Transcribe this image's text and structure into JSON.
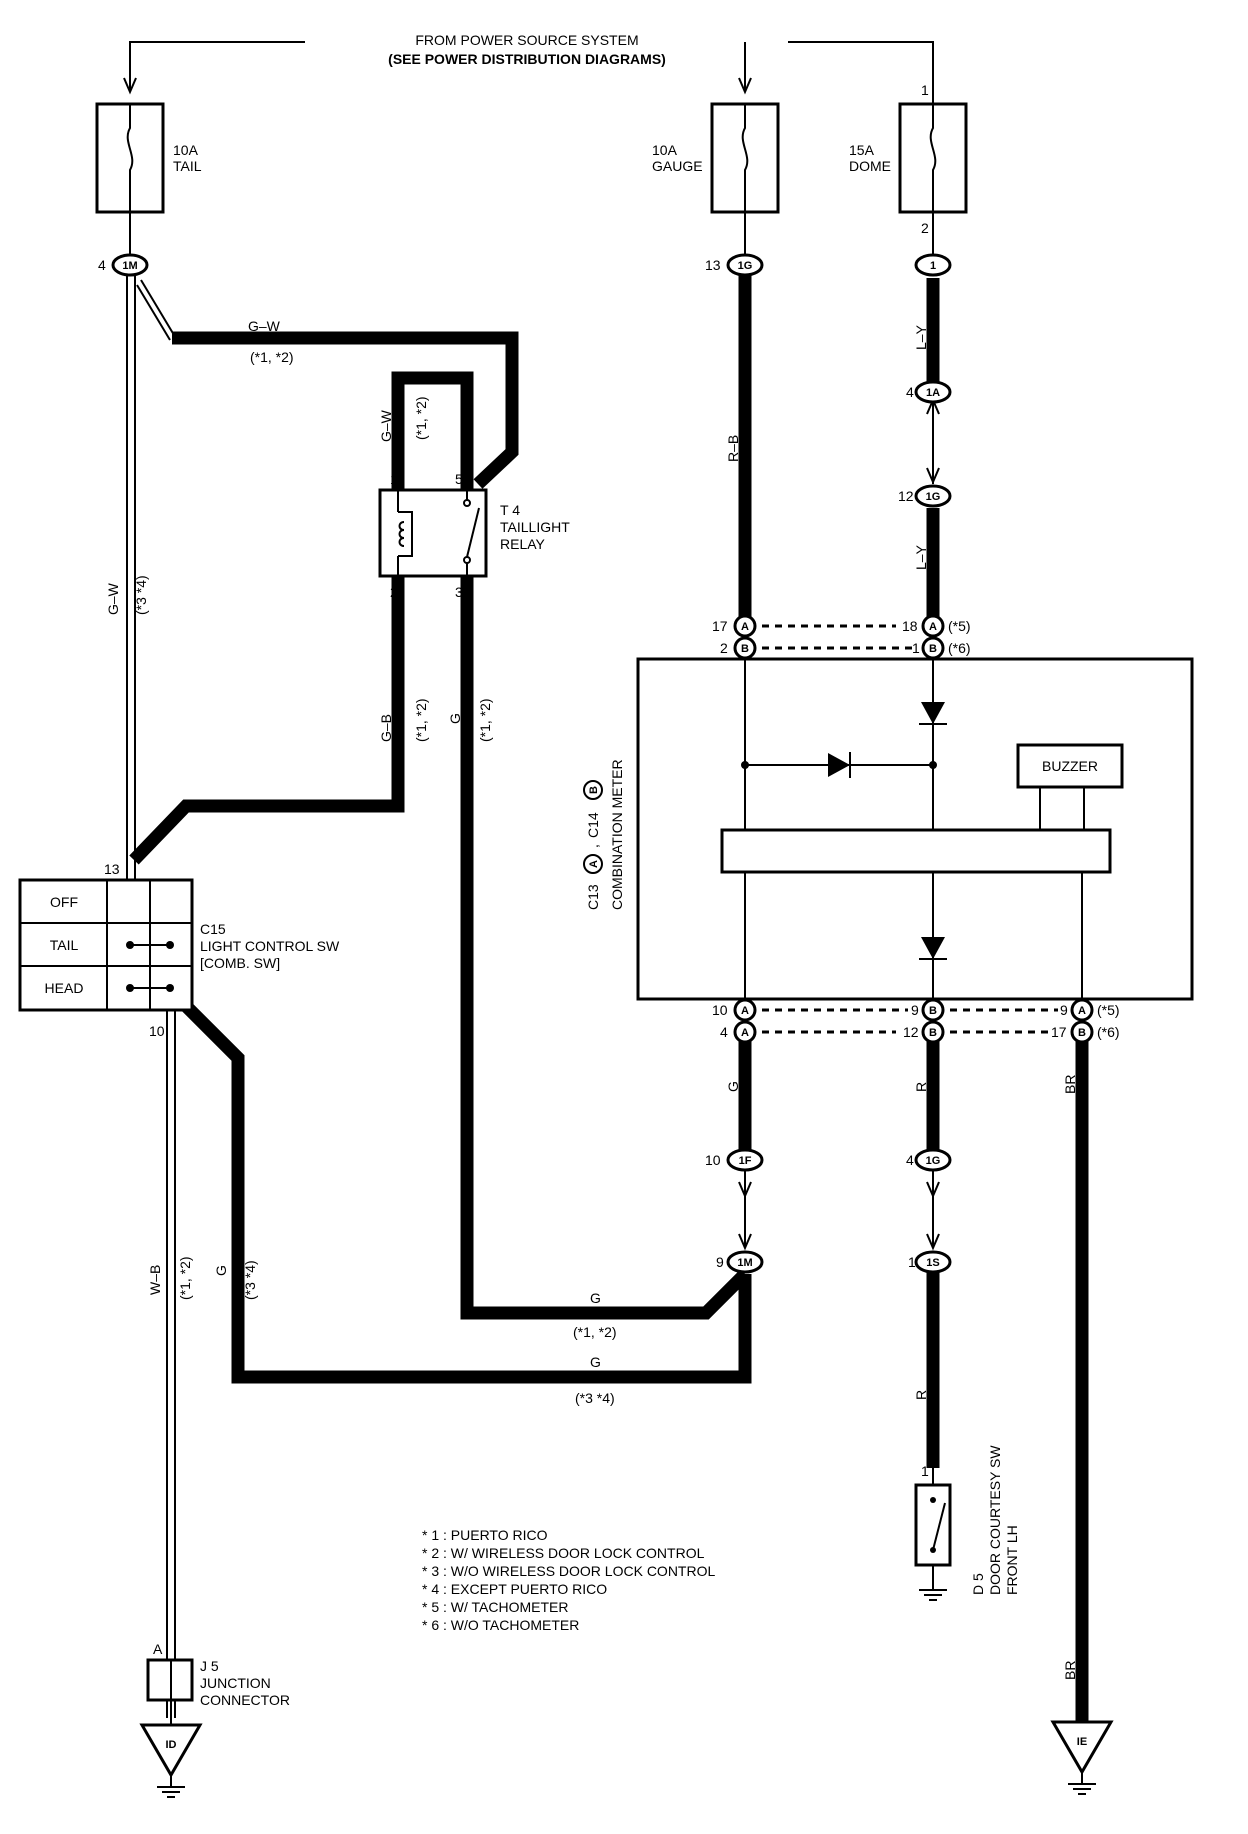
{
  "header": {
    "line1": "FROM POWER SOURCE SYSTEM",
    "line2": "(SEE POWER DISTRIBUTION DIAGRAMS)"
  },
  "fuses": {
    "tail": {
      "amp": "10A",
      "name": "TAIL"
    },
    "gauge": {
      "amp": "10A",
      "name": "GAUGE"
    },
    "dome": {
      "amp": "15A",
      "name": "DOME"
    }
  },
  "pins": {
    "dome_top": "1",
    "dome_bottom": "2",
    "c1m_tail": "4",
    "c1g_gauge": "13",
    "c1a": "4",
    "c1g_mid": "12",
    "c17a": "17",
    "c2b": "2",
    "c18a": "18",
    "c1b": "1",
    "relay_1": "1",
    "relay_5": "5",
    "relay_2": "2",
    "relay_3": "3",
    "sw_13": "13",
    "sw_10": "10",
    "c10a": "10",
    "c4a": "4",
    "c9b": "9",
    "c12b": "12",
    "c9a": "9",
    "c17b": "17",
    "c1f": "10",
    "c1g_low": "4",
    "c1m_low": "9",
    "c1s": "1",
    "door": "1",
    "junction": "A"
  },
  "connectors": {
    "m1": "1M",
    "g1": "1G",
    "one": "1",
    "a1": "1A",
    "f1": "1F",
    "s1": "1S",
    "a": "A",
    "b": "B",
    "id": "ID",
    "ie": "IE"
  },
  "wires": {
    "gw": "G–W",
    "rb": "R–B",
    "ly": "L–Y",
    "gb": "G–B",
    "g": "G",
    "wb": "W–B",
    "r": "R",
    "br": "BR"
  },
  "notes": {
    "n12": "(*1, *2)",
    "n34": "(*3 *4)",
    "n5": "(*5)",
    "n6": "(*6)"
  },
  "relay": {
    "code": "T 4",
    "name1": "TAILLIGHT",
    "name2": "RELAY"
  },
  "light_switch": {
    "code": "C15",
    "name1": "LIGHT CONTROL SW",
    "name2": "[COMB. SW]",
    "positions": [
      "OFF",
      "TAIL",
      "HEAD"
    ]
  },
  "meter": {
    "code_a": "C13",
    "code_b": "C14",
    "name": "COMBINATION METER",
    "buzzer": "BUZZER"
  },
  "door_sw": {
    "code": "D 5",
    "name1": "DOOR COURTESY SW",
    "name2": "FRONT LH"
  },
  "junction": {
    "code": "J 5",
    "name1": "JUNCTION",
    "name2": "CONNECTOR"
  },
  "legend": [
    "* 1 : PUERTO RICO",
    "* 2 : W/ WIRELESS DOOR LOCK CONTROL",
    "* 3 : W/O WIRELESS DOOR LOCK CONTROL",
    "* 4 : EXCEPT PUERTO RICO",
    "* 5 : W/ TACHOMETER",
    "* 6 : W/O TACHOMETER"
  ]
}
